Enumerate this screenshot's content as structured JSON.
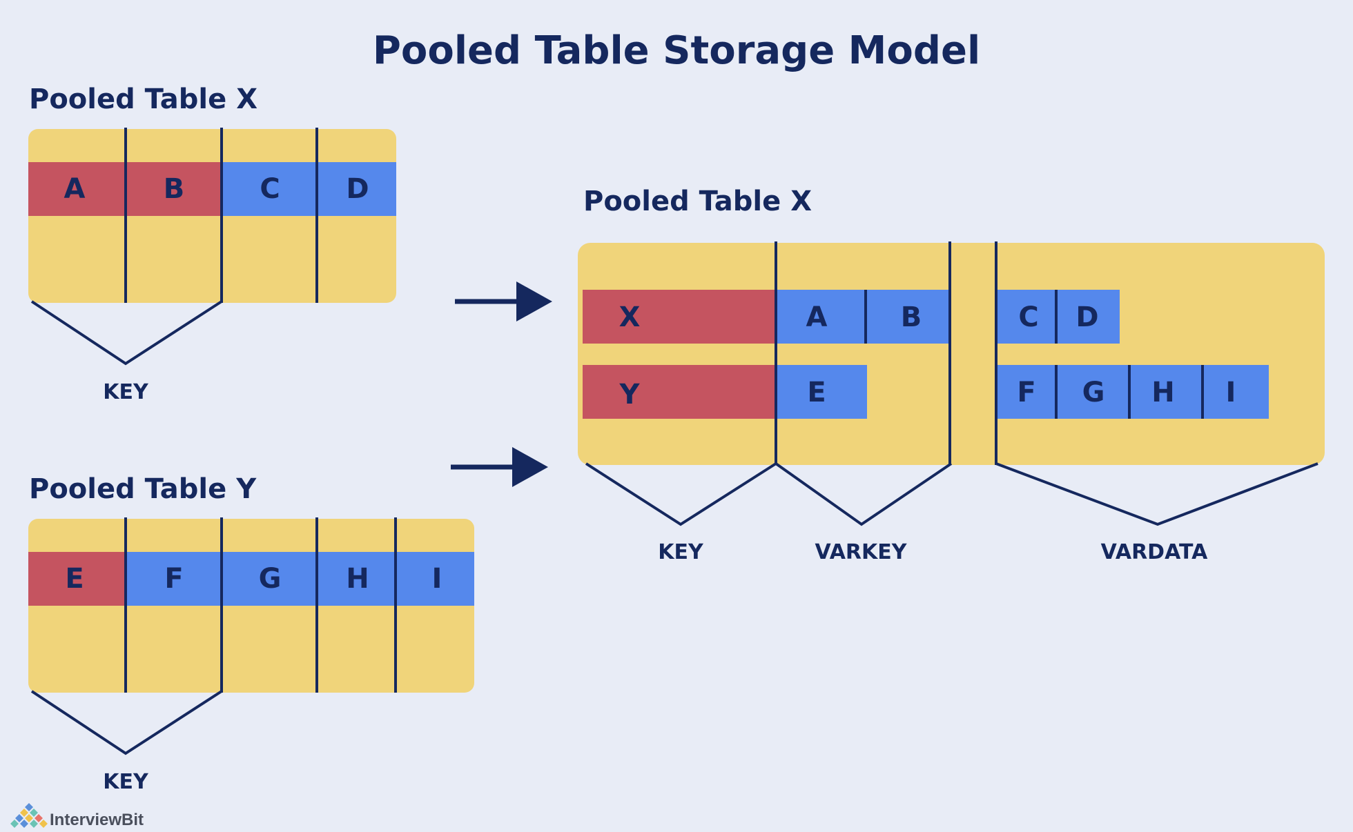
{
  "title": "Pooled Table Storage Model",
  "colors": {
    "background": "#E8ECF6",
    "table_fill": "#F0D47A",
    "key_cell": "#C55460",
    "data_cell": "#5588EC",
    "ink": "#15285E"
  },
  "source_tables": [
    {
      "heading": "Pooled Table X",
      "key_cells": [
        "A",
        "B"
      ],
      "data_cells": [
        "C",
        "D"
      ],
      "brace_label": "KEY"
    },
    {
      "heading": "Pooled Table Y",
      "key_cells": [
        "E"
      ],
      "data_cells": [
        "F",
        "G",
        "H",
        "I"
      ],
      "brace_label": "KEY"
    }
  ],
  "pooled_table": {
    "heading": "Pooled Table X",
    "rows": [
      {
        "key": "X",
        "varkey": [
          "A",
          "B"
        ],
        "vardata": [
          "C",
          "D"
        ]
      },
      {
        "key": "Y",
        "varkey": [
          "E"
        ],
        "vardata": [
          "F",
          "G",
          "H",
          "I"
        ]
      }
    ],
    "brace_labels": [
      "KEY",
      "VARKEY",
      "VARDATA"
    ]
  },
  "logo": {
    "text": "InterviewBit"
  }
}
